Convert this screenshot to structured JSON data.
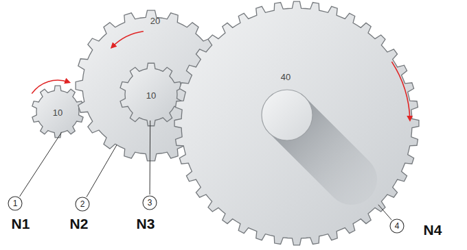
{
  "diagram": {
    "nodes": [
      {
        "text": [
          "10"
        ]
      },
      {
        "text": [
          "20"
        ]
      },
      {
        "text": [
          "10"
        ],
        "in": 1
      },
      {
        "text": [
          "40"
        ]
      },
      {
        "text": [
          "1"
        ]
      },
      {
        "text": [
          "2"
        ]
      },
      {
        "text": [
          "3"
        ]
      },
      {
        "text": [
          "4"
        ]
      }
    ],
    "edges": [
      {
        "from": 4,
        "to": 0,
        "arrow": "none"
      },
      {
        "from": 5,
        "to": 1,
        "arrow": "none"
      },
      {
        "from": 6,
        "to": 2,
        "arrow": "none"
      },
      {
        "from": 7,
        "to": 3,
        "arrow": "none"
      }
    ],
    "labels": [
      "N1",
      "N2",
      "N3",
      "N4"
    ]
  }
}
